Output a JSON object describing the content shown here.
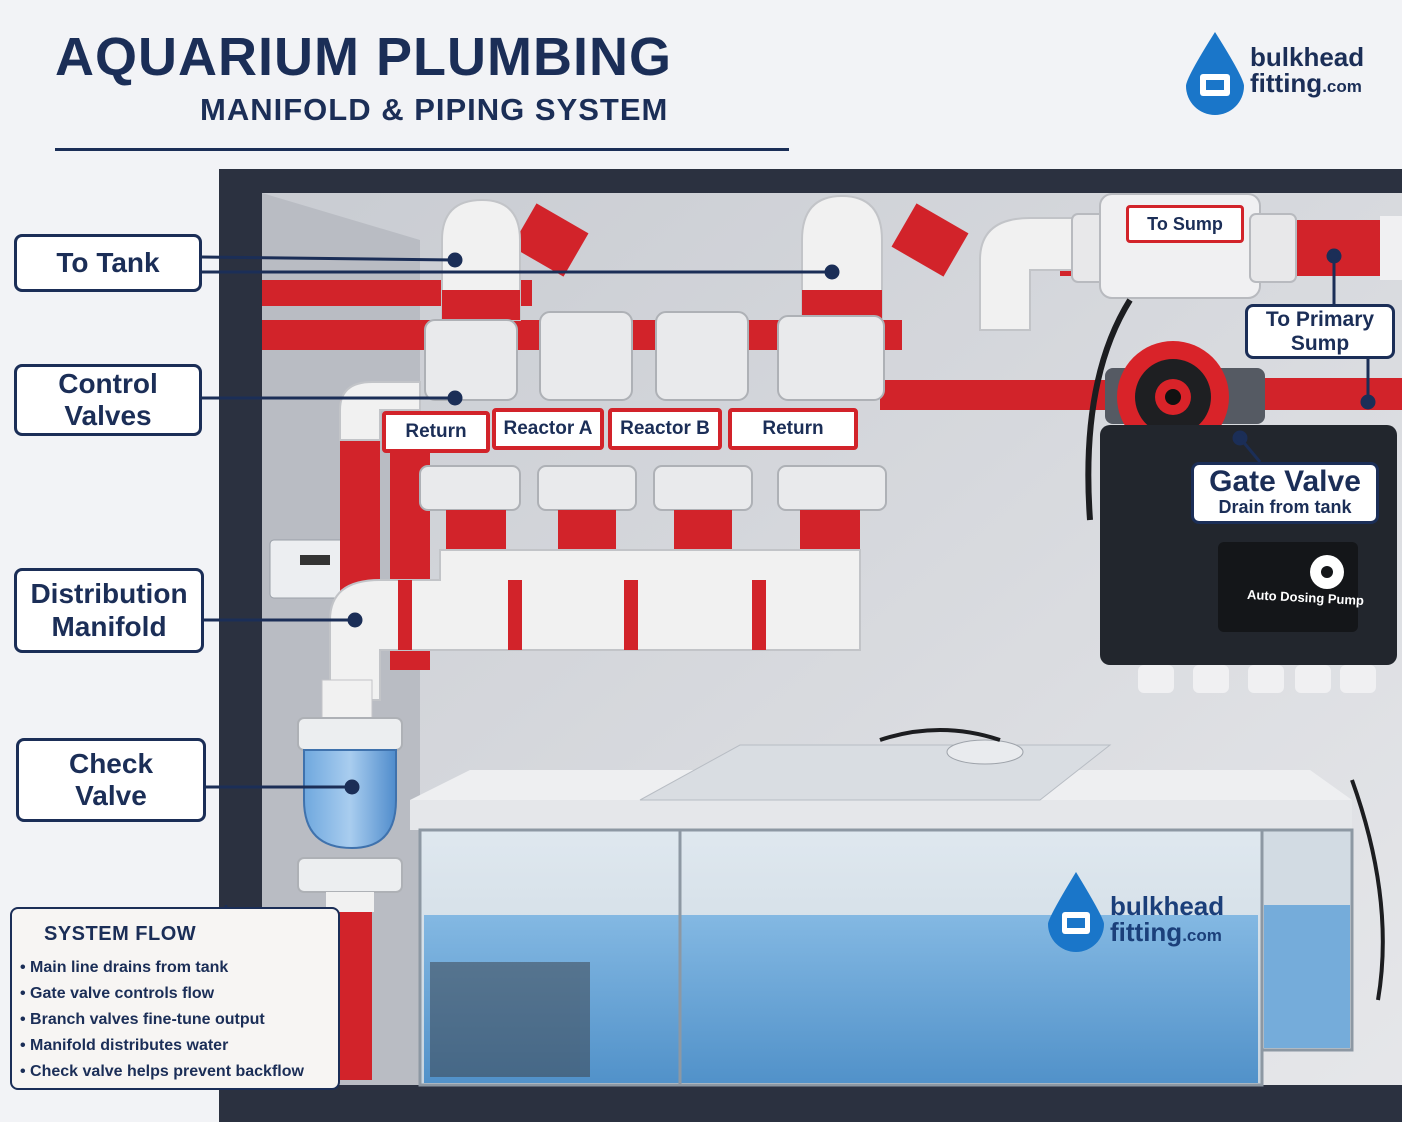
{
  "header": {
    "title": "AQUARIUM PLUMBING",
    "subtitle": "MANIFOLD & PIPING SYSTEM"
  },
  "brand": {
    "line1": "bulkhead",
    "line2": "fitting",
    "suffix": ".com"
  },
  "callouts": {
    "to_tank": "To Tank",
    "control_valves": [
      "Control",
      "Valves"
    ],
    "distribution_manifold": [
      "Distribution",
      "Manifold"
    ],
    "check_valve": [
      "Check",
      "Valve"
    ],
    "to_primary_sump": [
      "To Primary",
      "Sump"
    ],
    "gate_valve_title": "Gate Valve",
    "gate_valve_sub": "Drain from tank"
  },
  "valve_tags": [
    "Return",
    "Reactor A",
    "Reactor B",
    "Return"
  ],
  "pipe_tag_to_sump": "To Sump",
  "pump_label": "Auto Dosing Pump",
  "system_flow": {
    "title": "SYSTEM FLOW",
    "items": [
      "Main line drains from tank",
      "Gate valve controls flow",
      "Branch valves fine-tune output",
      "Manifold distributes water",
      "Check valve helps prevent backflow"
    ]
  },
  "colors": {
    "navy": "#1b2e57",
    "pipe_red": "#d2232a",
    "pvc_white": "#f1f1f1",
    "water_blue": "#5b9fd6",
    "cabinet": "#2b3140"
  },
  "icons": [
    "water-drop-logo-icon",
    "lightbulb-icon",
    "dosing-pump-fan-icon"
  ]
}
